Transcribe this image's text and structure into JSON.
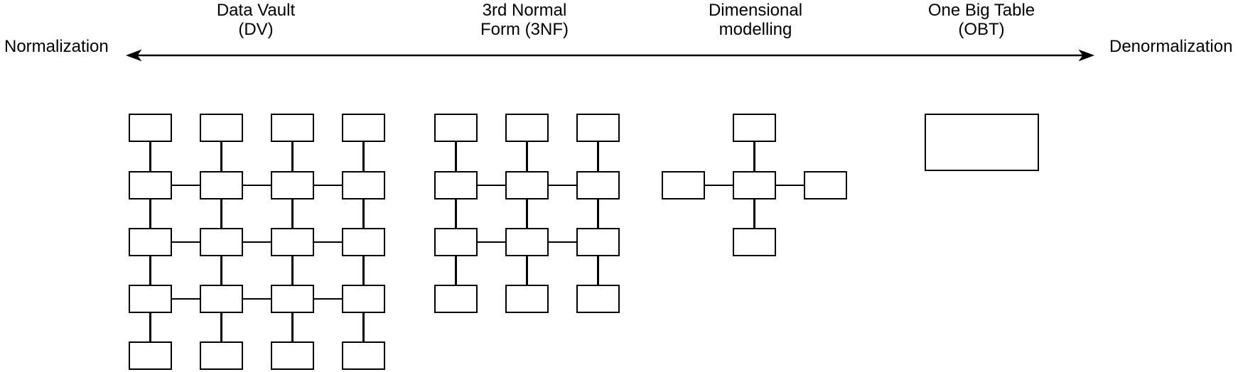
{
  "spectrum": {
    "left_label": "Normalization",
    "right_label": "Denormalization"
  },
  "approaches": [
    {
      "name": "data-vault",
      "label": [
        "Data Vault",
        "(DV)"
      ],
      "diagram": {
        "type": "grid",
        "rows": 5,
        "cols": 4,
        "box_count": 20
      }
    },
    {
      "name": "third-normal-form",
      "label": [
        "3rd Normal",
        "Form (3NF)"
      ],
      "diagram": {
        "type": "grid",
        "rows": 4,
        "cols": 3,
        "box_count": 12
      }
    },
    {
      "name": "dimensional-modelling",
      "label": [
        "Dimensional",
        "modelling"
      ],
      "diagram": {
        "type": "star",
        "satellites": 4,
        "box_count": 5
      }
    },
    {
      "name": "one-big-table",
      "label": [
        "One Big Table",
        "(OBT)"
      ],
      "diagram": {
        "type": "single",
        "box_count": 1
      }
    }
  ],
  "colors": {
    "line": "#000000",
    "box_fill": "#ffffff",
    "background": "#ffffff"
  }
}
